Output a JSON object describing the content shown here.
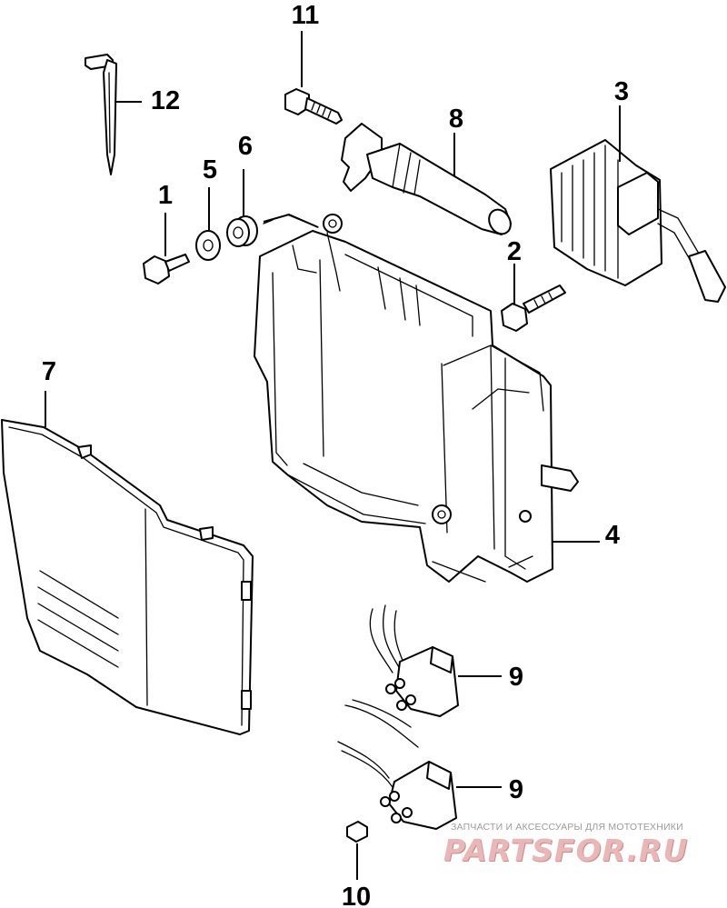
{
  "callouts": [
    "1",
    "2",
    "3",
    "4",
    "5",
    "6",
    "7",
    "8",
    "9",
    "9",
    "10",
    "11",
    "12"
  ],
  "watermark": {
    "caption": "ЗАПЧАСТИ И АКСЕССУАРЫ ДЛЯ МОТОТЕХНИКИ",
    "logo": "PARTSFOR.RU",
    "logo_color": "#e9b7b7"
  }
}
